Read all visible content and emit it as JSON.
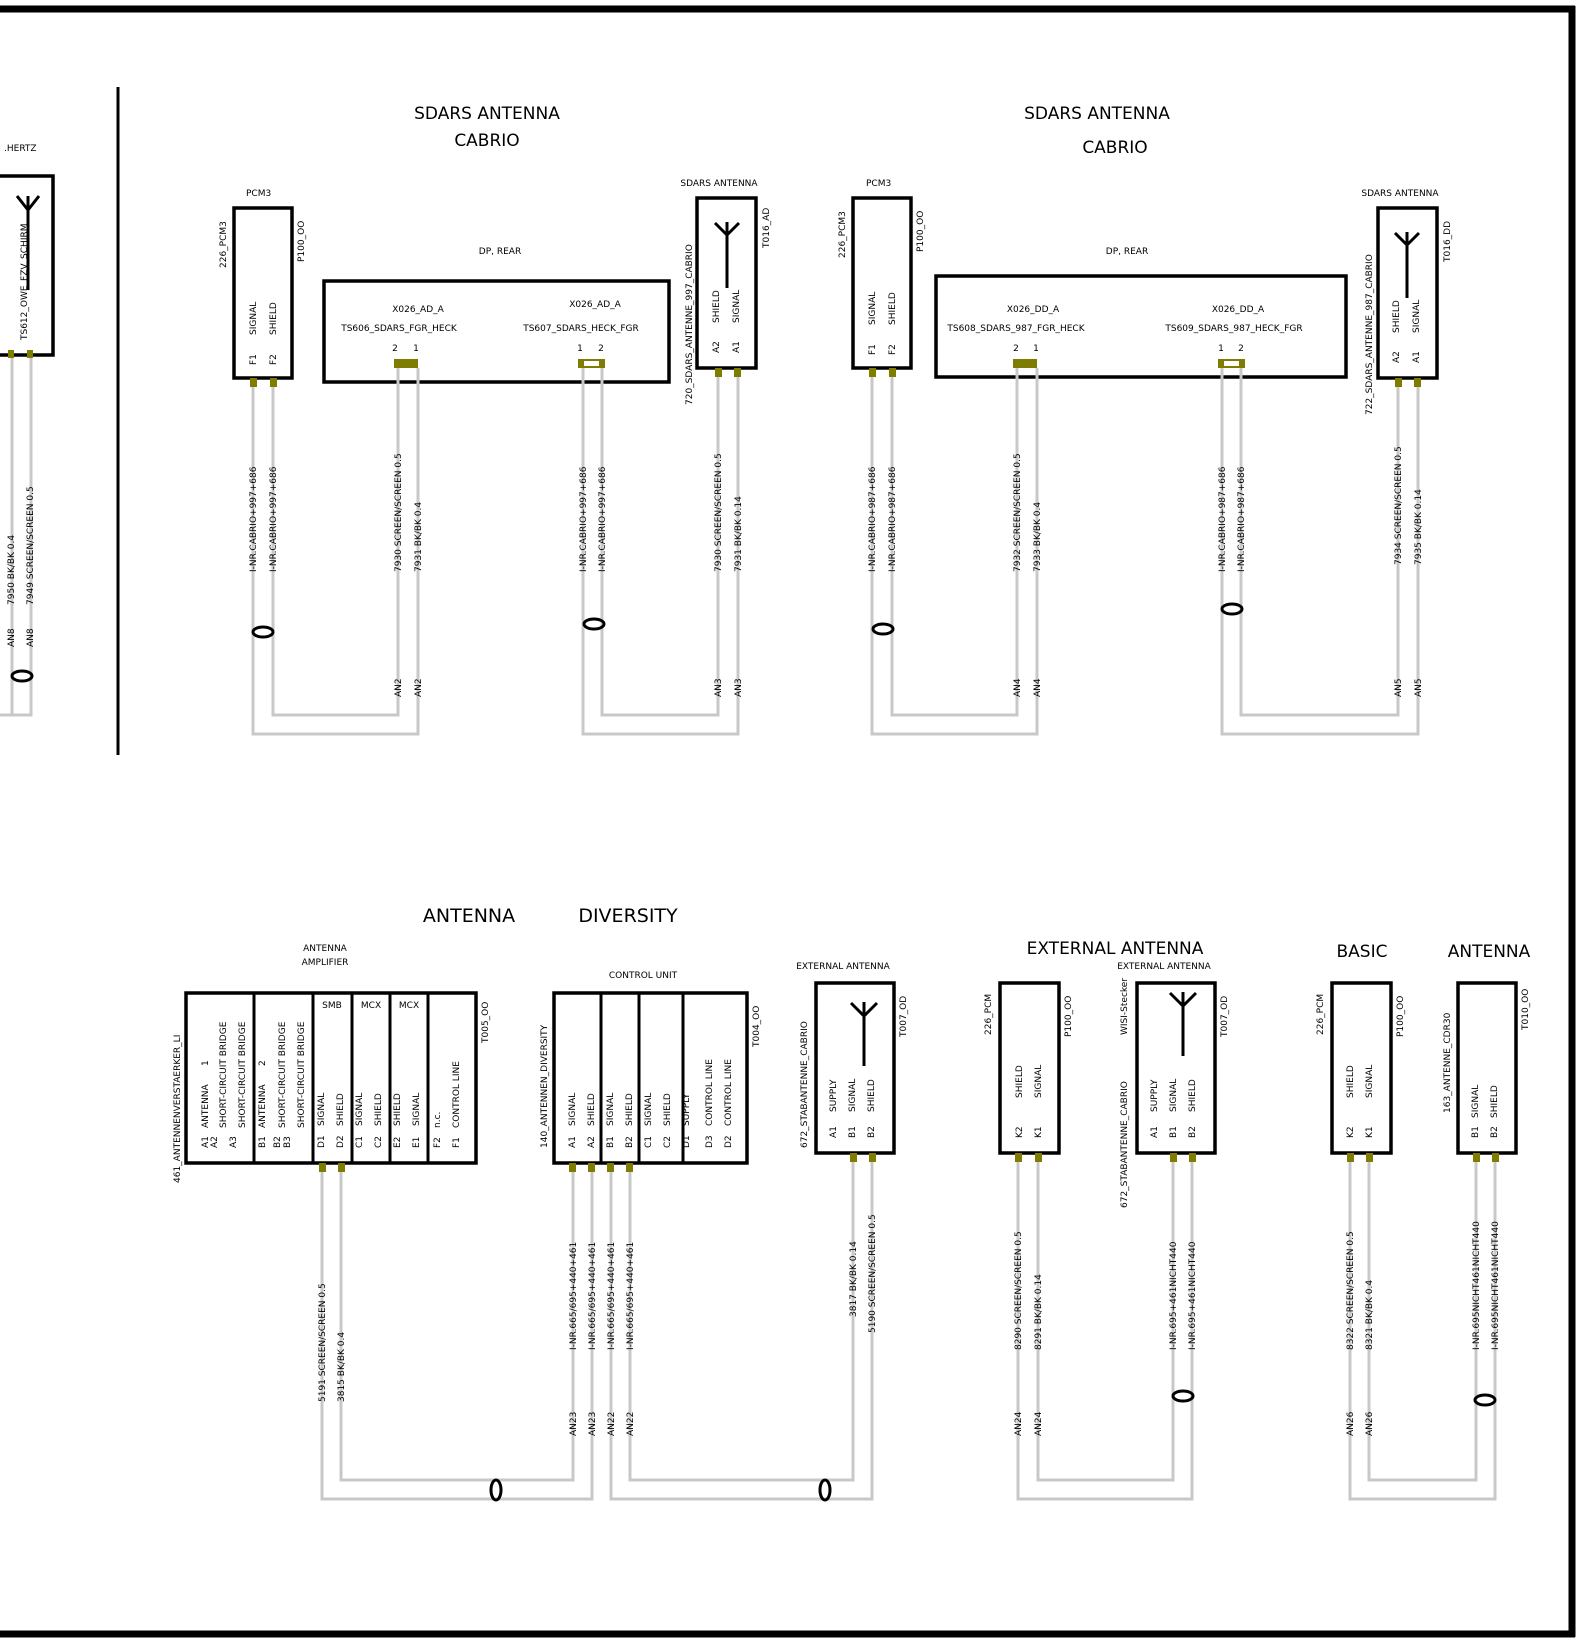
{
  "sections": {
    "sdars_left_title": [
      "SDARS ANTENNA",
      "CABRIO"
    ],
    "sdars_right_title": [
      "SDARS ANTENNA",
      "CABRIO"
    ],
    "antenna_diversity_title": [
      "ANTENNA",
      "DIVERSITY"
    ],
    "external_antenna_title": "EXTERNAL ANTENNA",
    "basic_antenna_title": [
      "BASIC",
      "ANTENNA"
    ]
  },
  "left_partial": {
    "caption": ".HERTZ",
    "connector": "TS612_OWE_FZV_SCHIRM",
    "wires": [
      "7950 BK/BK 0.4",
      "7949 SCREEN/SCREEN 0.5"
    ],
    "splice": [
      "AN8",
      "AN8"
    ]
  },
  "sdars_left": {
    "pcm": {
      "caption": "PCM3",
      "id": "226_PCM3",
      "part": "P100_OO",
      "pins": [
        "F1",
        "F2"
      ],
      "signals": [
        "SIGNAL",
        "SHIELD"
      ]
    },
    "connector": {
      "caption": "DP, REAR",
      "x1": "X026_AD_A",
      "x2": "X026_AD_A",
      "ts1": "TS606_SDARS_FGR_HECK",
      "ts2": "TS607_SDARS_HECK_FGR",
      "pins1": [
        "2",
        "1"
      ],
      "pins2": [
        "1",
        "2"
      ]
    },
    "antenna": {
      "caption": "SDARS ANTENNA",
      "id": "720_SDARS_ANTENNE_997_CABRIO",
      "part": "T016_AD",
      "pins": [
        "A2",
        "A1"
      ],
      "signals": [
        "SHIELD",
        "SIGNAL"
      ]
    },
    "wires": {
      "pcm": [
        "I-NR.CABRIO+997+686",
        "I-NR.CABRIO+997+686"
      ],
      "conn_a": [
        "7930 SCREEN/SCREEN 0.5",
        "7931 BK/BK 0.4"
      ],
      "conn_b": [
        "I-NR.CABRIO+997+686",
        "I-NR.CABRIO+997+686"
      ],
      "ant": [
        "7930 SCREEN/SCREEN 0.5",
        "7931 BK/BK 0.14"
      ]
    },
    "splices": [
      "AN2",
      "AN2",
      "AN3",
      "AN3"
    ]
  },
  "sdars_right": {
    "pcm": {
      "caption": "PCM3",
      "id": "226_PCM3",
      "part": "P100_OO",
      "pins": [
        "F1",
        "F2"
      ],
      "signals": [
        "SIGNAL",
        "SHIELD"
      ]
    },
    "connector": {
      "caption": "DP, REAR",
      "x1": "X026_DD_A",
      "x2": "X026_DD_A",
      "ts1": "TS608_SDARS_987_FGR_HECK",
      "ts2": "TS609_SDARS_987_HECK_FGR",
      "pins1": [
        "2",
        "1"
      ],
      "pins2": [
        "1",
        "2"
      ]
    },
    "antenna": {
      "caption": "SDARS ANTENNA",
      "id": "722_SDARS_ANTENNE_987_CABRIO",
      "part": "T016_DD",
      "pins": [
        "A2",
        "A1"
      ],
      "signals": [
        "SHIELD",
        "SIGNAL"
      ]
    },
    "wires": {
      "pcm": [
        "I-NR.CABRIO+987+686",
        "I-NR.CABRIO+987+686"
      ],
      "conn_a": [
        "7932 SCREEN/SCREEN 0.5",
        "7933 BK/BK 0.4"
      ],
      "conn_b": [
        "I-NR.CABRIO+987+686",
        "I-NR.CABRIO+987+686"
      ],
      "ant": [
        "7934 SCREEN/SCREEN 0.5",
        "7935 BK/BK 0.14"
      ]
    },
    "splices": [
      "AN4",
      "AN4",
      "AN5",
      "AN5"
    ]
  },
  "amplifier": {
    "caption": [
      "ANTENNA",
      "AMPLIFIER"
    ],
    "id": "461_ANTENNENVERSTAERKER_LI",
    "part": "T005_OO",
    "col1": [
      [
        "A1",
        "ANTENNA",
        "1"
      ],
      [
        "A2",
        "SHORT-CIRCUIT BRIDGE"
      ],
      [
        "A3",
        "SHORT-CIRCUIT BRIDGE"
      ]
    ],
    "col2": [
      [
        "B1",
        "ANTENNA",
        "2"
      ],
      [
        "B2",
        "SHORT-CIRCUIT BRIDGE"
      ],
      [
        "B3",
        "SHORT-CIRCUIT BRIDGE"
      ]
    ],
    "smb": {
      "header": "SMB",
      "rows": [
        [
          "D1",
          "SIGNAL"
        ],
        [
          "D2",
          "SHIELD"
        ]
      ]
    },
    "mcx1": {
      "header": "MCX",
      "rows": [
        [
          "C1",
          "SIGNAL"
        ],
        [
          "C2",
          "SHIELD"
        ]
      ]
    },
    "mcx2": {
      "header": "MCX",
      "rows": [
        [
          "E2",
          "SHIELD"
        ],
        [
          "E1",
          "SIGNAL"
        ]
      ]
    },
    "col6": [
      [
        "F2",
        "n.c."
      ],
      [
        "F1",
        "CONTROL LINE"
      ]
    ]
  },
  "control_unit": {
    "caption": "CONTROL UNIT",
    "id": "140_ANTENNEN_DIVERSITY",
    "part": "T004_OO",
    "col1": [
      [
        "A1",
        "SIGNAL"
      ],
      [
        "A2",
        "SHIELD"
      ]
    ],
    "col2": [
      [
        "B1",
        "SIGNAL"
      ],
      [
        "B2",
        "SHIELD"
      ]
    ],
    "col3": [
      [
        "C1",
        "SIGNAL"
      ],
      [
        "C2",
        "SHIELD"
      ],
      [
        "D1",
        "SUPPLY"
      ]
    ],
    "col4": [
      [
        "D3",
        "CONTROL LINE"
      ],
      [
        "D2",
        "CONTROL LINE"
      ]
    ]
  },
  "ext_antenna_1": {
    "caption": "EXTERNAL ANTENNA",
    "id": "672_STABANTENNE_CABRIO",
    "part": "T007_OD",
    "rows": [
      [
        "A1",
        "SUPPLY"
      ],
      [
        "B1",
        "SIGNAL"
      ],
      [
        "B2",
        "SHIELD"
      ]
    ]
  },
  "pcm_ext": {
    "id": "226_PCM",
    "part": "P100_OO",
    "rows": [
      [
        "K2",
        "SHIELD"
      ],
      [
        "K1",
        "SIGNAL"
      ]
    ]
  },
  "ext_antenna_2": {
    "caption": "EXTERNAL ANTENNA",
    "id": "672_STABANTENNE_CABRIO",
    "alt": "WISI-Stecker",
    "part": "T007_OD",
    "rows": [
      [
        "A1",
        "SUPPLY"
      ],
      [
        "B1",
        "SIGNAL"
      ],
      [
        "B2",
        "SHIELD"
      ]
    ]
  },
  "pcm_basic": {
    "id": "226_PCM",
    "part": "P100_OO",
    "rows": [
      [
        "K2",
        "SHIELD"
      ],
      [
        "K1",
        "SIGNAL"
      ]
    ]
  },
  "basic_antenna": {
    "id": "163_ANTENNE_CDR30",
    "part": "T010_OO",
    "rows": [
      [
        "B1",
        "SIGNAL"
      ],
      [
        "B2",
        "SHIELD"
      ]
    ]
  },
  "bottom_wires": {
    "amp": [
      "5191 SCREEN/SCREEN 0.5",
      "3815 BK/BK 0.4"
    ],
    "cu": [
      "I-NR.665/695+440+461",
      "I-NR.665/695+440+461",
      "I-NR.665/695+440+461",
      "I-NR.665/695+440+461"
    ],
    "cu_splices": [
      "AN23",
      "AN23",
      "AN22",
      "AN22"
    ],
    "ext1": [
      "3817 BK/BK 0.14",
      "5190 SCREEN/SCREEN 0.5"
    ],
    "pcm_ext": [
      "8290 SCREEN/SCREEN 0.5",
      "8291 BK/BK 0.14"
    ],
    "pcm_ext_splices": [
      "AN24",
      "AN24"
    ],
    "ext2": [
      "I-NR.695+461NICHT440",
      "I-NR.695+461NICHT440"
    ],
    "pcm_basic": [
      "8322 SCREEN/SCREEN 0.5",
      "8321 BK/BK 0.4"
    ],
    "pcm_basic_splices": [
      "AN26",
      "AN26"
    ],
    "basic": [
      "I-NR.695NICHT461NICHT440",
      "I-NR.695NICHT461NICHT440"
    ]
  },
  "colors": {
    "wire": "#c8c8c8",
    "pin": "#7f7d00",
    "line": "#000000"
  }
}
